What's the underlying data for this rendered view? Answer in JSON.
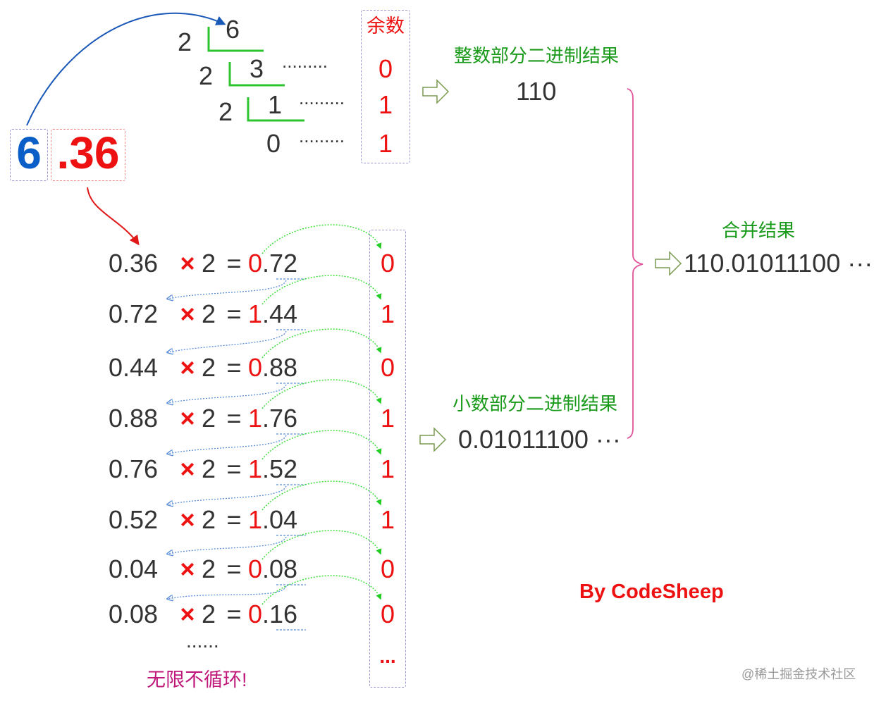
{
  "number": {
    "integer": "6",
    "fraction": ".36"
  },
  "integer_division": {
    "divisor": "2",
    "dividends": [
      "6",
      "3",
      "1"
    ],
    "final_quotient": "0",
    "dots": ".........",
    "remainder_header": "余数",
    "remainders": [
      "0",
      "1",
      "1"
    ]
  },
  "integer_result": {
    "label": "整数部分二进制结果",
    "value": "110"
  },
  "fraction_steps": [
    {
      "input": "0.36",
      "times": "×",
      "factor": "2",
      "equals": "=",
      "int_digit": "0",
      "frac_digits": ".72",
      "bit": "0"
    },
    {
      "input": "0.72",
      "times": "×",
      "factor": "2",
      "equals": "=",
      "int_digit": "1",
      "frac_digits": ".44",
      "bit": "1"
    },
    {
      "input": "0.44",
      "times": "×",
      "factor": "2",
      "equals": "=",
      "int_digit": "0",
      "frac_digits": ".88",
      "bit": "0"
    },
    {
      "input": "0.88",
      "times": "×",
      "factor": "2",
      "equals": "=",
      "int_digit": "1",
      "frac_digits": ".76",
      "bit": "1"
    },
    {
      "input": "0.76",
      "times": "×",
      "factor": "2",
      "equals": "=",
      "int_digit": "1",
      "frac_digits": ".52",
      "bit": "1"
    },
    {
      "input": "0.52",
      "times": "×",
      "factor": "2",
      "equals": "=",
      "int_digit": "1",
      "frac_digits": ".04",
      "bit": "1"
    },
    {
      "input": "0.04",
      "times": "×",
      "factor": "2",
      "equals": "=",
      "int_digit": "0",
      "frac_digits": ".08",
      "bit": "0"
    },
    {
      "input": "0.08",
      "times": "×",
      "factor": "2",
      "equals": "=",
      "int_digit": "0",
      "frac_digits": ".16",
      "bit": "0"
    }
  ],
  "fraction_more": {
    "ellipsis": "......",
    "bits_ellipsis": "...",
    "note": "无限不循环!"
  },
  "fraction_result": {
    "label": "小数部分二进制结果",
    "value": "0.01011100 ···"
  },
  "combined_result": {
    "label": "合并结果",
    "value": "110.01011100 ···"
  },
  "author": "By CodeSheep",
  "watermark": "@稀土掘金技术社区",
  "colors": {
    "integer_blue": "#0a5ec8",
    "accent_red": "#ee1111",
    "label_green": "#1a9a1a",
    "bracket_pink": "#e0559a",
    "note_magenta": "#c0187a"
  }
}
